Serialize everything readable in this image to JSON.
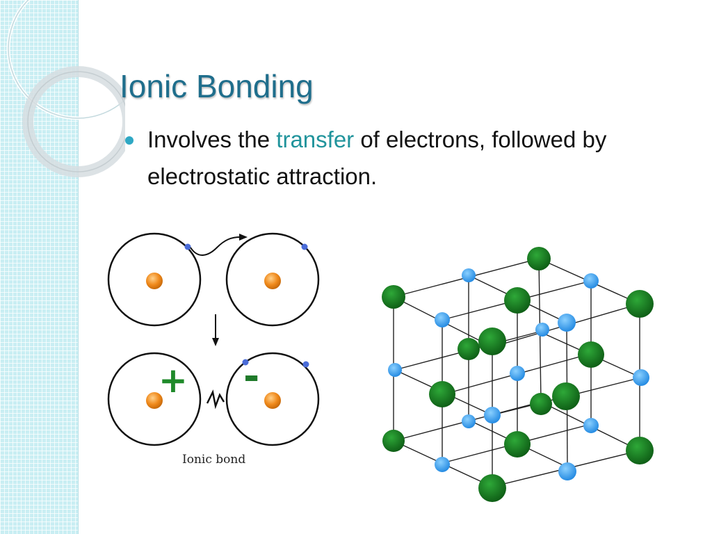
{
  "slide": {
    "title": "Ionic Bonding",
    "bullet": {
      "before": "Involves the ",
      "highlight": "transfer",
      "after": " of electrons, followed by electrostatic attraction."
    }
  },
  "figure_left": {
    "plus_sign": "+",
    "minus_sign": "-",
    "caption": "Ionic bond"
  },
  "colors": {
    "title": "#1f6e8c",
    "highlight": "#21949c",
    "bullet": "#2fa8c4",
    "strip": "#c9eef3",
    "nucleus": "#f08a1c",
    "electron": "#4a6cd8",
    "plus": "#1f8a2a",
    "minus": "#1f7a2a",
    "sodium_ion": "#1f8a2a",
    "chloride_ion": "#3aa0ee"
  }
}
